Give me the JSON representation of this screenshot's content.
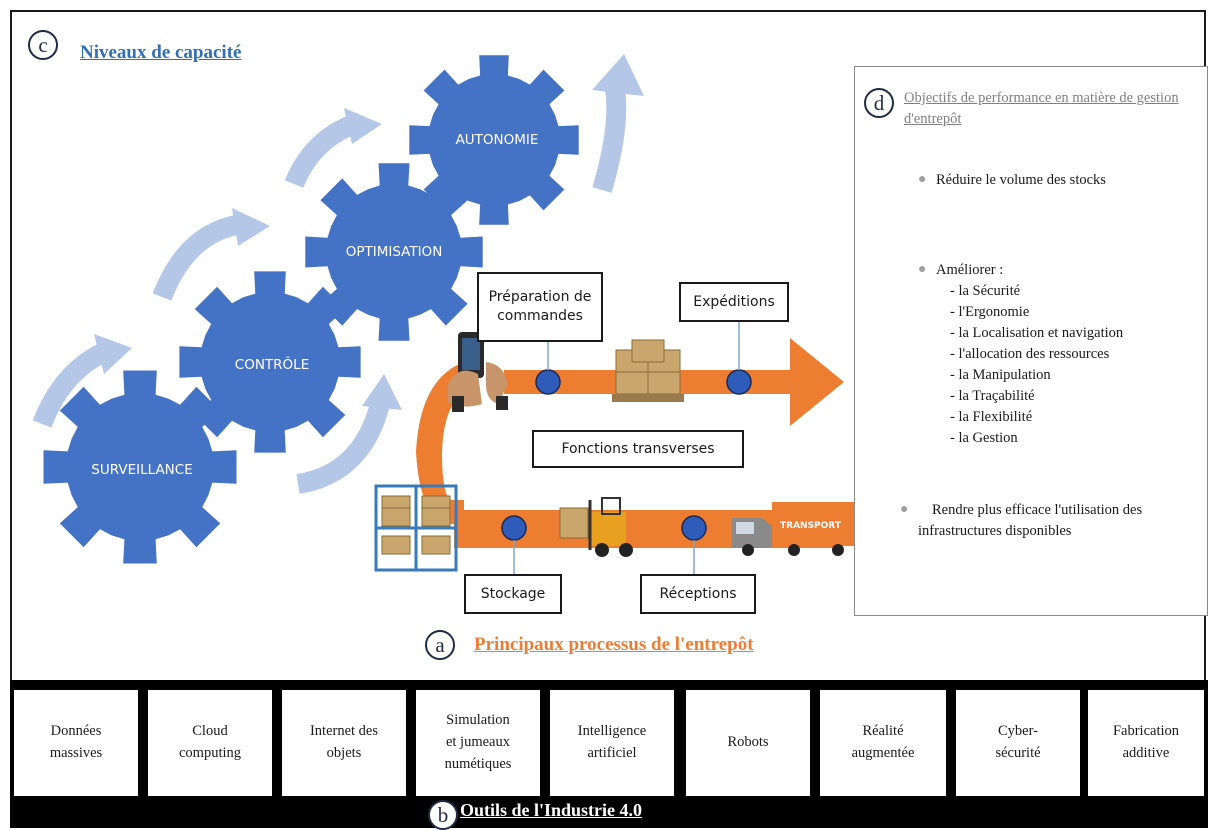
{
  "capacity": {
    "marker": "c",
    "title": "Niveaux de capacité",
    "levels": [
      "SURVEILLANCE",
      "CONTRÔLE",
      "OPTIMISATION",
      "AUTONOMIE"
    ],
    "gear_color": "#4472c4",
    "arrow_color": "#b4c7e7"
  },
  "processes": {
    "marker": "a",
    "title": "Principaux processus de l'entrepôt",
    "steps": [
      "Préparation de\ncommandes",
      "Expéditions",
      "Fonctions transverses",
      "Stockage",
      "Réceptions"
    ],
    "truck_label": "TRANSPORT",
    "flow_color": "#ed7d31",
    "node_color": "#2f5cb8"
  },
  "objectives": {
    "marker": "d",
    "title": "Objectifs de performance en matière de gestion d'entrepôt",
    "item1": "Réduire le volume des stocks",
    "item2_head": "Améliorer :",
    "item2_subs": [
      "- la Sécurité",
      "- l'Ergonomie",
      "- la Localisation et navigation",
      "- l'allocation des ressources",
      "- la Manipulation",
      "- la Traçabilité",
      "- la Flexibilité",
      "- la Gestion"
    ],
    "item3": "Rendre plus efficace l'utilisation des infrastructures disponibles"
  },
  "tools": {
    "marker": "b",
    "title": "Outils de l'Industrie 4.0",
    "items": [
      "Données\nmassives",
      "Cloud\ncomputing",
      "Internet des\nobjets",
      "Simulation\net jumeaux\nnumétiques",
      "Intelligence\nartificiel",
      "Robots",
      "Réalité\naugmentée",
      "Cyber-\nsécurité",
      "Fabrication\nadditive"
    ]
  }
}
